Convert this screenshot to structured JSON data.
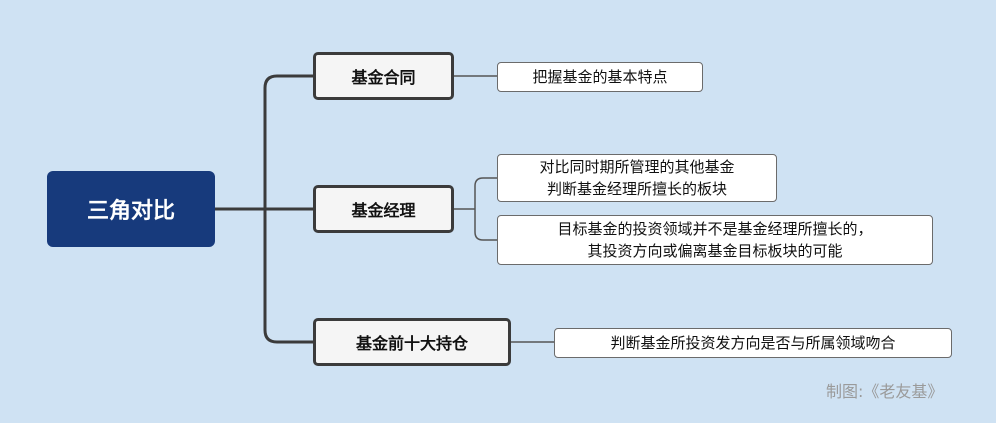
{
  "root": {
    "label": "三角对比"
  },
  "branches": [
    {
      "label": "基金合同",
      "leaves": [
        [
          "把握基金的基本特点"
        ]
      ]
    },
    {
      "label": "基金经理",
      "leaves": [
        [
          "对比同时期所管理的其他基金",
          "判断基金经理所擅长的板块"
        ],
        [
          "目标基金的投资领域并不是基金经理所擅长的，",
          "其投资方向或偏离基金目标板块的可能"
        ]
      ]
    },
    {
      "label": "基金前十大持仓",
      "leaves": [
        [
          "判断基金所投资发方向是否与所属领域吻合"
        ]
      ]
    }
  ],
  "watermark": "制图:《老友基》",
  "colors": {
    "background": "#cfe2f3",
    "root_fill": "#173a7c",
    "branch_fill": "#f5f5f5",
    "branch_border": "#3b3b3b",
    "connector": "#3b3b3b"
  }
}
